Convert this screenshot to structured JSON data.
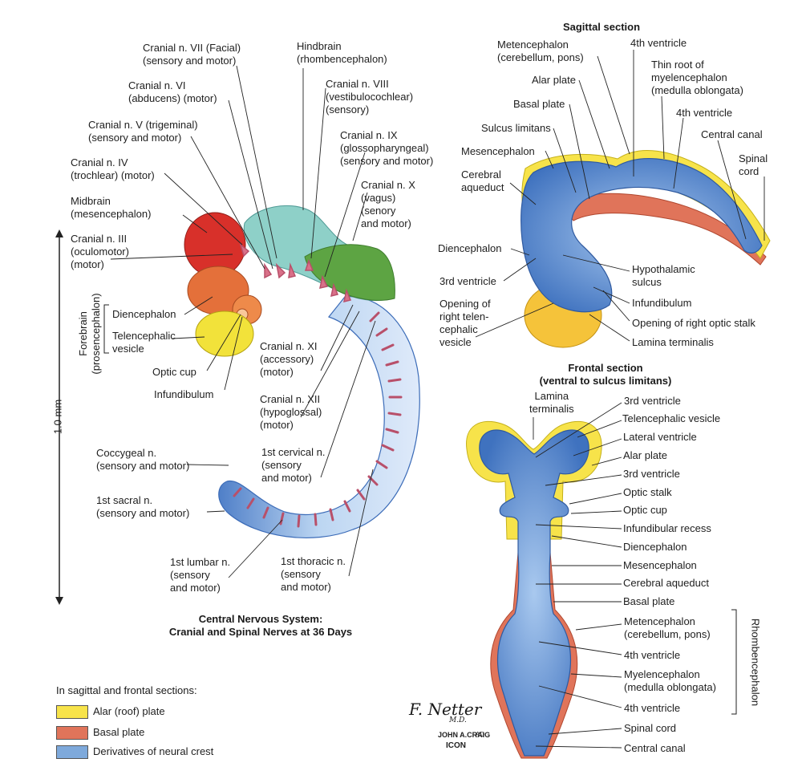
{
  "labels": {
    "facial": "Cranial n. VII (Facial)\n(sensory and motor)",
    "hindbrain": "Hindbrain\n(rhombencephalon)",
    "abducens": "Cranial n. VI\n(abducens) (motor)",
    "vestibulocochlear": "Cranial n. VIII\n(vestibulocochlear)\n(sensory)",
    "trigeminal": "Cranial n. V (trigeminal)\n(sensory and motor)",
    "glossopharyngeal": "Cranial n. IX\n(glossopharyngeal)\n(sensory and motor)",
    "trochlear": "Cranial n. IV\n(trochlear) (motor)",
    "vagus": "Cranial n. X\n(vagus)\n(senory\nand motor)",
    "midbrain": "Midbrain\n(mesencephalon)",
    "oculomotor": "Cranial n. III\n(oculomotor)\n(motor)",
    "forebrain": "Forebrain\n(prosencephalon)",
    "diencephalon": "Diencephalon",
    "telencephalic": "Telencephalic\nvesicle",
    "optic_cup": "Optic cup",
    "infundibulum": "Infundibulum",
    "accessory": "Cranial n. XI\n(accessory)\n(motor)",
    "hypoglossal": "Cranial n. XII\n(hypoglossal)\n(motor)",
    "cervical": "1st cervical n.\n(sensory\nand motor)",
    "coccygeal": "Coccygeal n.\n(sensory and motor)",
    "sacral": "1st sacral n.\n(sensory and  motor)",
    "lumbar": "1st lumbar n.\n(sensory\nand motor)",
    "thoracic": "1st thoracic n.\n(sensory\nand motor)",
    "scale": "1.0 mm"
  },
  "main_title": "Central Nervous System:\nCranial and Spinal Nerves at 36 Days",
  "sagittal": {
    "title": "Sagittal section",
    "metencephalon": "Metencephalon\n(cerebellum, pons)",
    "ventricle4a": "4th ventricle",
    "alar_plate": "Alar plate",
    "thin_root": "Thin root of\nmyelencephalon\n(medulla oblongata)",
    "basal_plate": "Basal plate",
    "ventricle4b": "4th ventricle",
    "sulcus_limitans": "Sulcus limitans",
    "central_canal": "Central canal",
    "mesencephalon": "Mesencephalon",
    "spinal_cord": "Spinal\ncord",
    "cerebral_aqueduct": "Cerebral\naqueduct",
    "diencephalon": "Diencephalon",
    "hypothalamic": "Hypothalamic\nsulcus",
    "ventricle3": "3rd ventricle",
    "infundibulum": "Infundibulum",
    "opening_tel": "Opening of\nright telen-\ncephalic\nvesicle",
    "opening_optic": "Opening of right optic stalk",
    "lamina": "Lamina terminalis"
  },
  "frontal": {
    "title": "Frontal section\n(ventral to sulcus limitans)",
    "lamina": "Lamina\nterminalis",
    "ventricle3a": "3rd ventricle",
    "telencephalic": "Telencephalic vesicle",
    "lateral_ventricle": "Lateral ventricle",
    "alar_plate": "Alar plate",
    "ventricle3b": "3rd ventricle",
    "optic_stalk": "Optic stalk",
    "optic_cup": "Optic cup",
    "infundibular_recess": "Infundibular recess",
    "diencephalon": "Diencephalon",
    "mesencephalon": "Mesencephalon",
    "cerebral_aqueduct": "Cerebral aqueduct",
    "basal_plate": "Basal plate",
    "metencephalon": "Metencephalon\n(cerebellum, pons)",
    "ventricle4a": "4th ventricle",
    "myelencephalon": "Myelencephalon\n(medulla oblongata)",
    "ventricle4b": "4th ventricle",
    "spinal_cord": "Spinal cord",
    "central_canal": "Central canal",
    "rhombencephalon": "Rhombencephalon"
  },
  "legend": {
    "title": "In sagittal and frontal sections:",
    "items": [
      {
        "label": "Alar (roof) plate",
        "color": "#f7e34a"
      },
      {
        "label": "Basal plate",
        "color": "#e0745a"
      },
      {
        "label": "Derivatives of neural crest",
        "color": "#7ea9db"
      }
    ]
  },
  "signature": {
    "netter": "F. Netter",
    "md": "M.D.",
    "craig": "JOHN A.CRAIG",
    "ad": "AD",
    "icon": "ICON"
  },
  "colors": {
    "alar": "#f7e34a",
    "basal": "#e0745a",
    "blue": "#7ea9db",
    "blue_dark": "#3c6cb8",
    "midbrain": "#d8302a",
    "dienceph": "#e4703a",
    "telenceph": "#f2e23a",
    "hindbrain": "#8ed0c8",
    "green": "#5da443",
    "nerve": "#d97088"
  }
}
